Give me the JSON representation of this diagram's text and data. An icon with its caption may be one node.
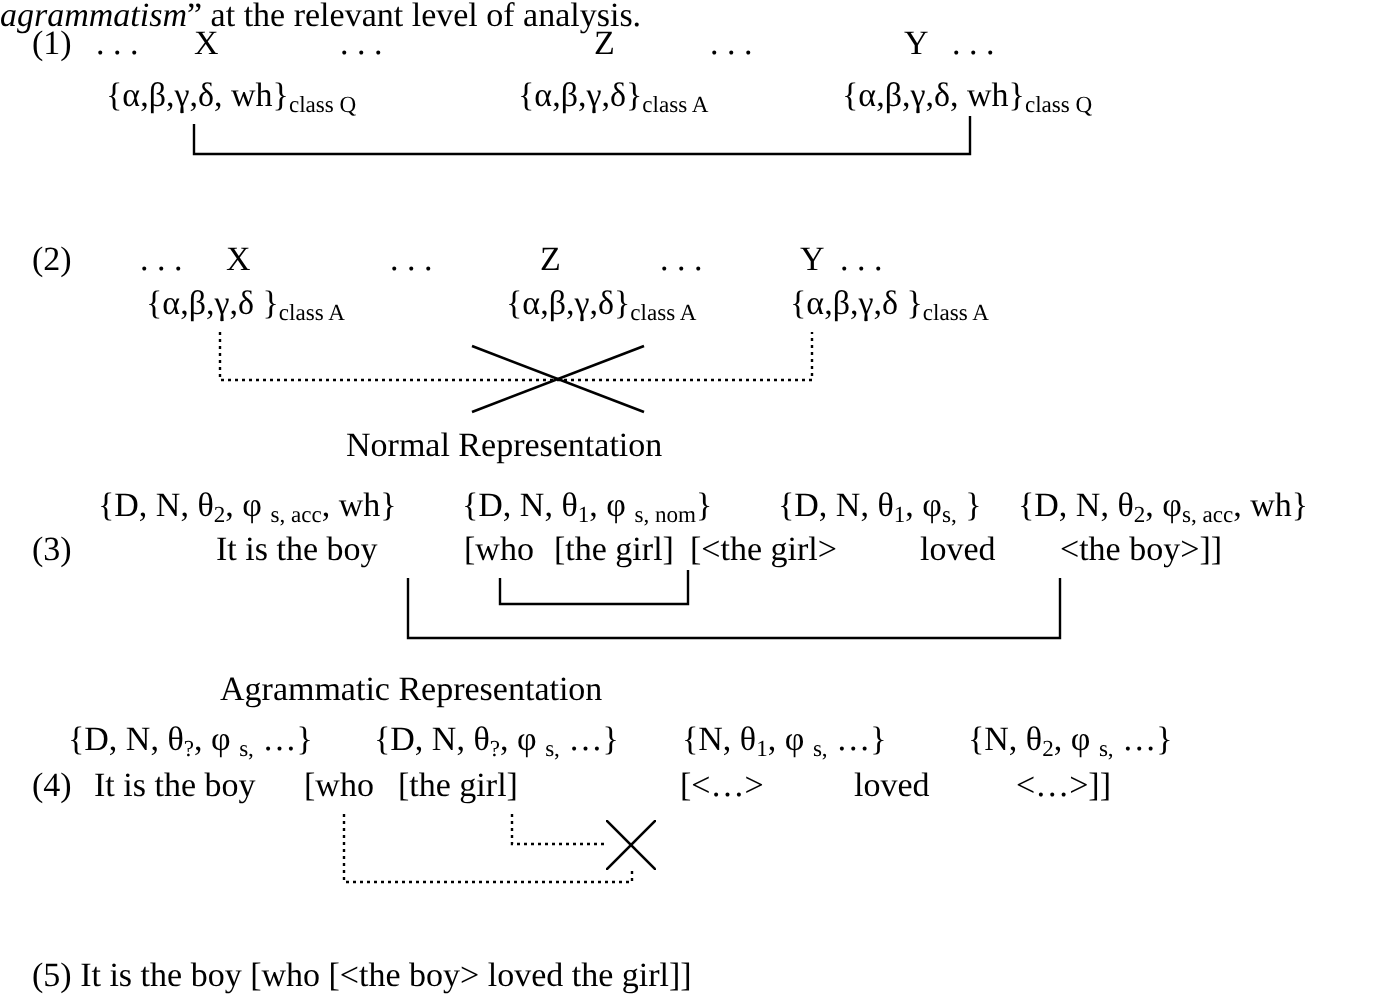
{
  "diagram": {
    "nodes": [
      {
        "text": [
          "{α,β,γ,δ, wh}$_{class Q}$"
        ]
      },
      {
        "text": [
          "{α,β,γ,δ}$_{class A}$"
        ]
      },
      {
        "text": [
          "{α,β,γ,δ, wh}$_{class Q}$"
        ]
      },
      {
        "text": [
          "{α,β,γ,δ }$_{class A}$"
        ]
      },
      {
        "text": [
          "{α,β,γ,δ}$_{class A}$"
        ]
      },
      {
        "text": [
          "{α,β,γ,δ }$_{class A}$"
        ]
      },
      {
        "text": [
          "It is the boy"
        ]
      },
      {
        "text": [
          "[who"
        ]
      },
      {
        "text": [
          "[the girl]"
        ]
      },
      {
        "text": [
          "[<the girl>"
        ]
      },
      {
        "text": [
          "loved"
        ]
      },
      {
        "text": [
          "<the boy>]]"
        ]
      },
      {
        "text": [
          "It is the boy"
        ]
      },
      {
        "text": [
          "[who"
        ]
      },
      {
        "text": [
          "[the girl]"
        ]
      },
      {
        "text": [
          "[<…>"
        ]
      },
      {
        "text": [
          "loved"
        ]
      },
      {
        "text": [
          "<…>]]"
        ]
      },
      {
        "text": [],
        "shape": "cross"
      }
    ],
    "edges": [
      {
        "from": 0,
        "to": 2,
        "arrow": "none"
      },
      {
        "from": 3,
        "to": 5,
        "arrow": "none",
        "style": "dashed"
      },
      {
        "from": 7,
        "to": 9,
        "arrow": "none"
      },
      {
        "from": 6,
        "to": 11,
        "arrow": "none"
      },
      {
        "from": 13,
        "to": 18,
        "arrow": "none",
        "style": "dashed"
      },
      {
        "from": 14,
        "to": 18,
        "arrow": "none",
        "style": "dashed"
      }
    ],
    "labels": [
      "*agrammatism*” at the relevant level of analysis.",
      "(1)",
      ". . .",
      "X",
      ". . .",
      "Z",
      ". . .",
      "Y",
      ". . .",
      "(2)",
      ". . .",
      "X",
      ". . .",
      "Z",
      ". . .",
      "Y",
      ". . .",
      "Normal Representation",
      "{D, N, θ$_{2}$, φ $_{s, acc}$, wh}",
      "{D, N, θ$_{1}$, φ $_{s, nom}$}",
      "{D, N, θ$_{1}$, φ$_{s,}$ }",
      "{D, N, θ$_{2}$, φ$_{s, acc}$, wh}",
      "(3)",
      "Agrammatic Representation",
      "{D, N, θ$_{?}$, φ $_{s,}$ …}",
      "{D, N, θ$_{?}$, φ $_{s,}$ …}",
      "{N, θ$_{1}$, φ $_{s,}$ …}",
      "{N, θ$_{2}$, φ $_{s,}$ …}",
      "(4)",
      "(5) It is the boy [who [<the boy> loved the girl]]"
    ]
  }
}
